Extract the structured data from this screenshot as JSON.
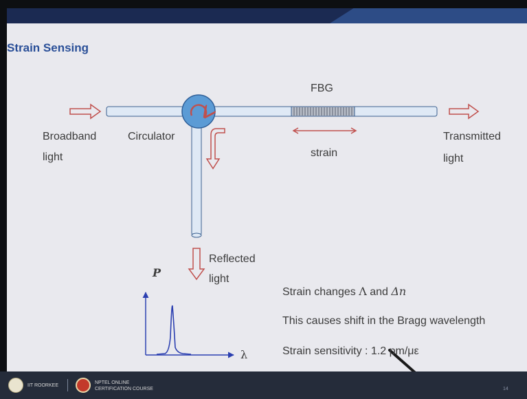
{
  "slide": {
    "title": "Strain Sensing",
    "page_number": "14"
  },
  "diagram": {
    "fbg_label": "FBG",
    "input_label_line1": "Broadband",
    "input_label_line2": "light",
    "circulator_label": "Circulator",
    "strain_label": "strain",
    "output_label_line1": "Transmitted",
    "output_label_line2": "light",
    "reflected_label_line1": "Reflected",
    "reflected_label_line2": "light",
    "plot_y_label": "P",
    "plot_x_label": "λ"
  },
  "notes": {
    "line1_text": "Strain changes",
    "line1_sym1": "Λ",
    "line1_and": "and",
    "line1_sym2": "Δn",
    "line2": "This causes shift in the Bragg wavelength",
    "line3": "Strain sensitivity : 1.2 pm/με"
  },
  "footer": {
    "institution": "IIT ROORKEE",
    "course_line1": "NPTEL ONLINE",
    "course_line2": "CERTIFICATION COURSE"
  },
  "colors": {
    "title": "#2a4f98",
    "arrow": "#c0504d",
    "circulator": "#5b9bd5",
    "fiber_fill": "#dfe9f5",
    "fiber_stroke": "#3a5f8f",
    "plot_curve": "#2b3fb0",
    "axis": "#2b3fb0",
    "footer_bg": "#252c3a"
  }
}
